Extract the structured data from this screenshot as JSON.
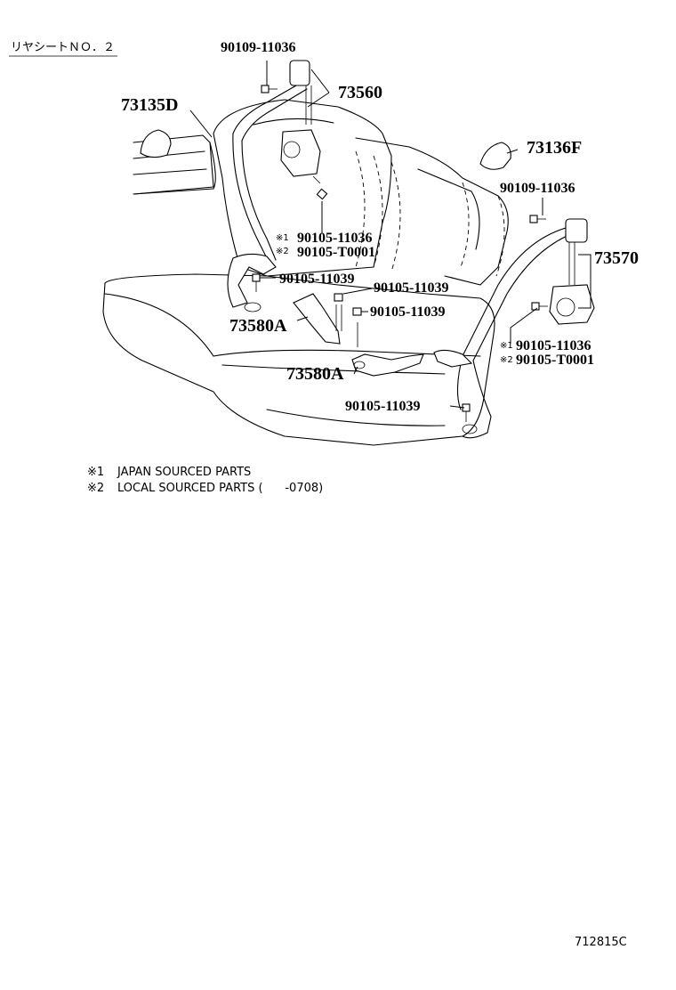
{
  "header": {
    "section_title": "リヤシートＮＯ．２"
  },
  "labels": {
    "bolt_upper_left": "90109-11036",
    "retractor_left": "73560",
    "cover_left": "73135D",
    "note1_marker_left": "※1",
    "note2_marker_left": "※2",
    "bolt_note1_left": "90105-11036",
    "bolt_note2_left": "90105-T0001",
    "bolt_lower_left": "90105-11039",
    "bolt_center_a": "90105-11039",
    "bolt_center_b": "90105-11039",
    "buckle_a1": "73580A",
    "buckle_a2": "73580A",
    "cover_right": "73136F",
    "bolt_upper_right": "90109-11036",
    "retractor_right": "73570",
    "note1_marker_right": "※1",
    "note2_marker_right": "※2",
    "bolt_note1_right": "90105-11036",
    "bolt_note2_right": "90105-T0001",
    "bolt_lower_right": "90105-11039"
  },
  "notes": [
    {
      "marker": "※1",
      "text": "JAPAN SOURCED PARTS"
    },
    {
      "marker": "※2",
      "text": "LOCAL SOURCED PARTS (      -0708)"
    }
  ],
  "footer": {
    "diagram_code": "712815C"
  }
}
